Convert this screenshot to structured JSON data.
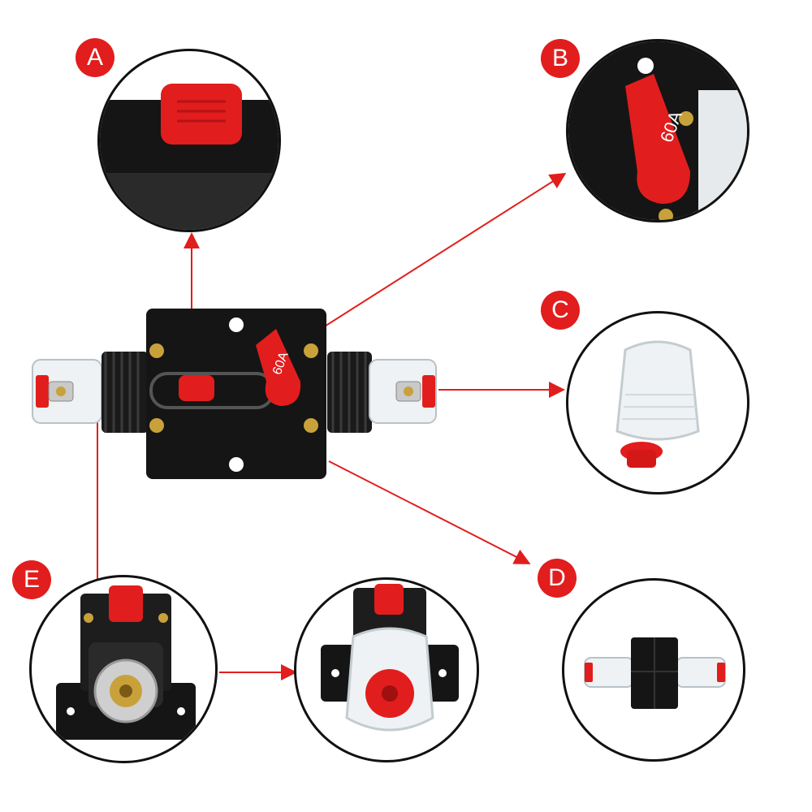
{
  "labels": {
    "a": "A",
    "b": "B",
    "c": "C",
    "d": "D",
    "e": "E"
  },
  "product": {
    "rating": "60A"
  },
  "colors": {
    "accent": "#e21d1d",
    "housing": "#151515",
    "brass": "#c9a13b",
    "cap": "#eef2f4"
  }
}
